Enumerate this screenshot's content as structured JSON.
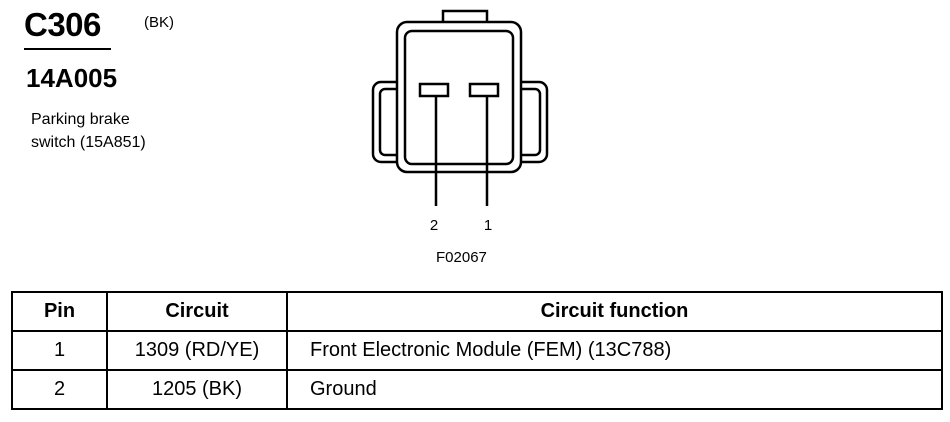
{
  "connector": {
    "id": "C306",
    "color": "(BK)",
    "part_number": "14A005",
    "component_line1": "Parking brake",
    "component_line2": "switch (15A851)",
    "figure_code": "F02067",
    "pin_labels": [
      "2",
      "1"
    ]
  },
  "table": {
    "headers": [
      "Pin",
      "Circuit",
      "Circuit function"
    ],
    "rows": [
      {
        "pin": "1",
        "circuit": "1309 (RD/YE)",
        "function": "Front Electronic Module (FEM) (13C788)"
      },
      {
        "pin": "2",
        "circuit": "1205 (BK)",
        "function": "Ground"
      }
    ]
  }
}
